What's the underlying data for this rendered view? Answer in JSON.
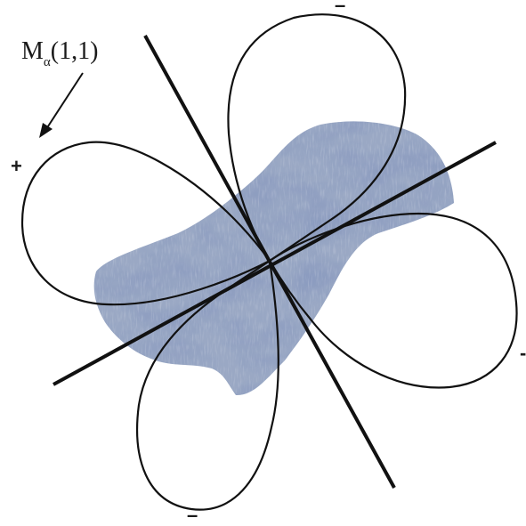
{
  "label": {
    "symbol": "M",
    "subscript": "α",
    "argument": "(1,1)"
  },
  "signs": {
    "upper_left": "+",
    "top": "–",
    "right": "-",
    "bottom": "–"
  },
  "colors": {
    "lobe_stroke": "#111111",
    "axis_stroke": "#111111",
    "blob_base": "#9aa8c4",
    "blob_dark": "#3f5184",
    "blob_light": "#eef1f6"
  }
}
